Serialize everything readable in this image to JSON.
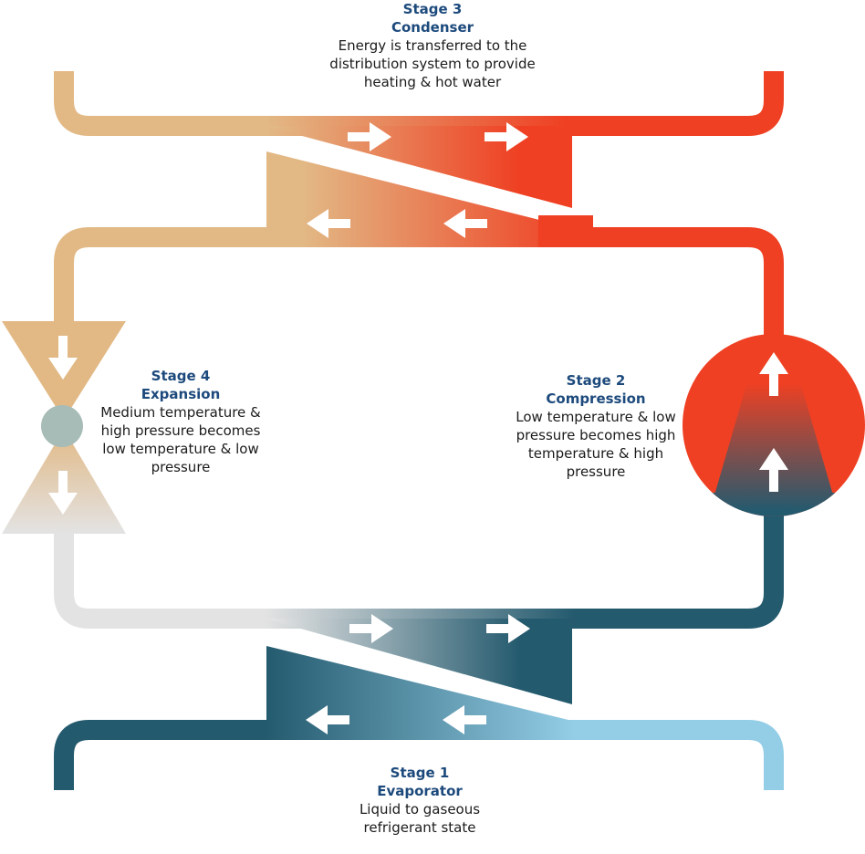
{
  "colors": {
    "hot": "#ef4023",
    "warm": "#e2b985",
    "cold": "#245a6e",
    "light": "#e3e3e3",
    "sky": "#93cde6",
    "valve": "#a7bcb7",
    "text_accent": "#1d4a7c"
  },
  "icons": {
    "arrow": "arrow-icon",
    "compressor": "compressor-icon",
    "valve": "expansion-valve-icon"
  },
  "stages": {
    "condenser": {
      "stage": "Stage 3",
      "name": "Condenser",
      "desc": [
        "Energy is transferred to the",
        "distribution system to provide",
        "heating & hot water"
      ]
    },
    "expansion": {
      "stage": "Stage 4",
      "name": "Expansion",
      "desc": [
        "Medium temperature &",
        "high pressure becomes",
        "low temperature & low",
        "pressure"
      ]
    },
    "compression": {
      "stage": "Stage 2",
      "name": "Compression",
      "desc": [
        "Low temperature & low",
        "pressure becomes high",
        "temperature & high",
        "pressure"
      ]
    },
    "evaporator": {
      "stage": "Stage 1",
      "name": "Evaporator",
      "desc": [
        "Liquid to gaseous",
        "refrigerant state"
      ]
    }
  }
}
